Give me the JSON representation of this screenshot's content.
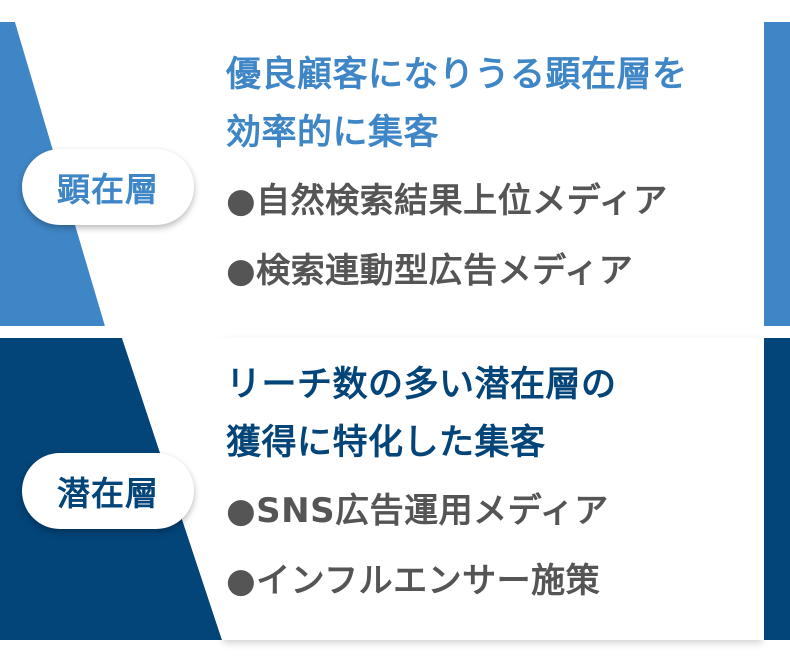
{
  "colors": {
    "light_blue": "#3f86c6",
    "navy": "#034479",
    "bullet_text": "#555555"
  },
  "sections": [
    {
      "badge": "顕在層",
      "headline": [
        "優良顧客になりうる顕在層を",
        "効率的に集客"
      ],
      "items": [
        "●自然検索結果上位メディア",
        "●検索連動型広告メディア"
      ]
    },
    {
      "badge": "潜在層",
      "headline": [
        "リーチ数の多い潜在層の",
        "獲得に特化した集客"
      ],
      "items": [
        "●SNS広告運用メディア",
        "●インフルエンサー施策"
      ]
    }
  ]
}
